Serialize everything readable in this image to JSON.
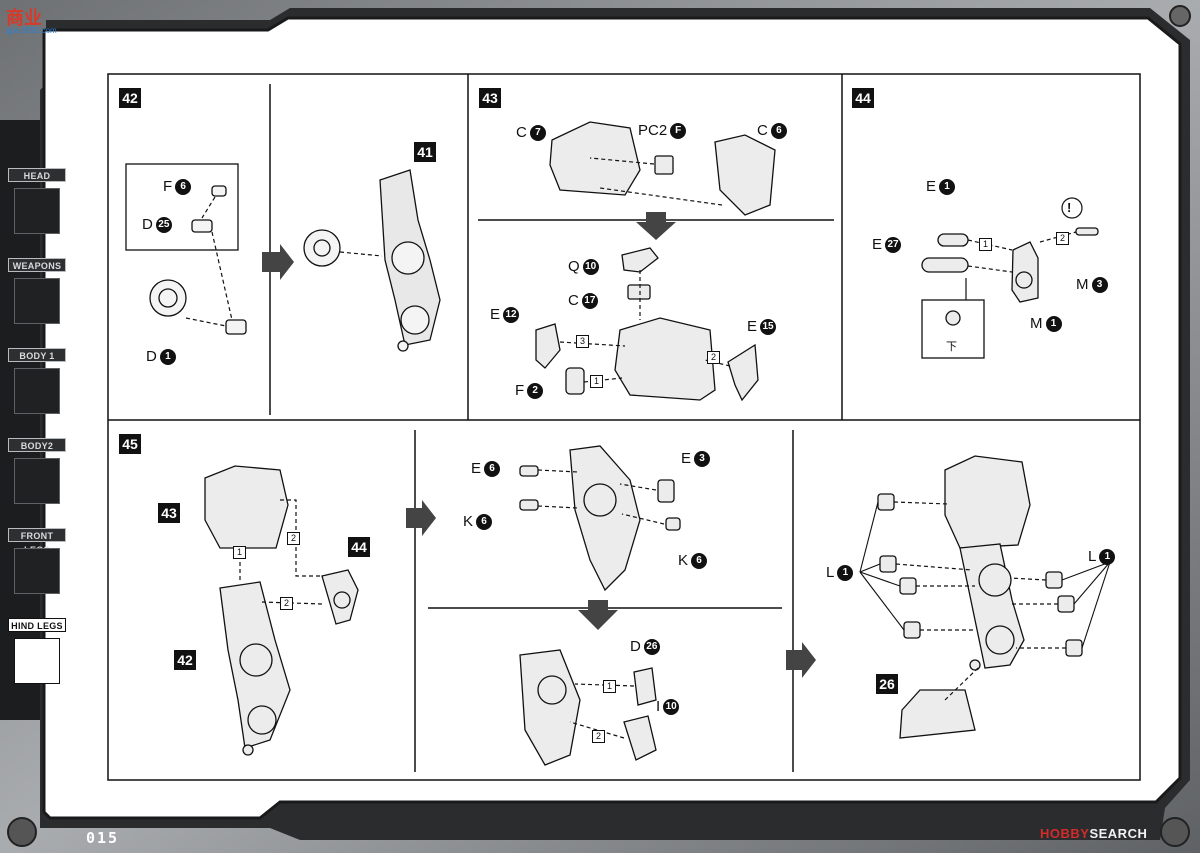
{
  "header": {
    "logo_text": "商业",
    "logo_sub": "gpa.0595.com"
  },
  "sidebar": {
    "tabs": [
      {
        "label": "HEAD",
        "active": false
      },
      {
        "label": "WEAPONS",
        "active": false
      },
      {
        "label": "BODY 1",
        "active": false
      },
      {
        "label": "BODY2",
        "active": false
      },
      {
        "label": "FRONT LEGS",
        "active": false
      },
      {
        "label": "HIND LEGS",
        "active": true
      }
    ]
  },
  "steps": {
    "s42": {
      "num": "42",
      "callout": "41",
      "labels": [
        {
          "t": "F",
          "n": "6"
        },
        {
          "t": "D",
          "n": "25"
        },
        {
          "t": "D",
          "n": "1"
        }
      ]
    },
    "s43": {
      "num": "43",
      "labels": [
        {
          "t": "C",
          "n": "7"
        },
        {
          "t": "PC2",
          "n": "F"
        },
        {
          "t": "C",
          "n": "6"
        },
        {
          "t": "Q",
          "n": "10"
        },
        {
          "t": "C",
          "n": "17"
        },
        {
          "t": "E",
          "n": "12"
        },
        {
          "t": "E",
          "n": "15"
        },
        {
          "t": "F",
          "n": "2"
        }
      ],
      "subs": [
        "3",
        "2",
        "1"
      ]
    },
    "s44": {
      "num": "44",
      "labels": [
        {
          "t": "E",
          "n": "1"
        },
        {
          "t": "E",
          "n": "27"
        },
        {
          "t": "M",
          "n": "3"
        },
        {
          "t": "M",
          "n": "1"
        }
      ],
      "subs": [
        "1",
        "2"
      ],
      "warning": "!",
      "under": "下"
    },
    "s45": {
      "num": "45",
      "callouts": [
        "43",
        "44",
        "42",
        "26"
      ],
      "labels": [
        {
          "t": "E",
          "n": "6"
        },
        {
          "t": "E",
          "n": "3"
        },
        {
          "t": "K",
          "n": "6"
        },
        {
          "t": "K",
          "n": "6"
        },
        {
          "t": "D",
          "n": "26"
        },
        {
          "t": "I",
          "n": "10"
        },
        {
          "t": "L",
          "n": "1"
        },
        {
          "t": "L",
          "n": "1"
        }
      ],
      "subs": [
        "1",
        "2",
        "2",
        "1",
        "2"
      ]
    }
  },
  "footer": {
    "page_number": "015",
    "watermark_a": "HOBBY",
    "watermark_b": "SEARCH"
  }
}
